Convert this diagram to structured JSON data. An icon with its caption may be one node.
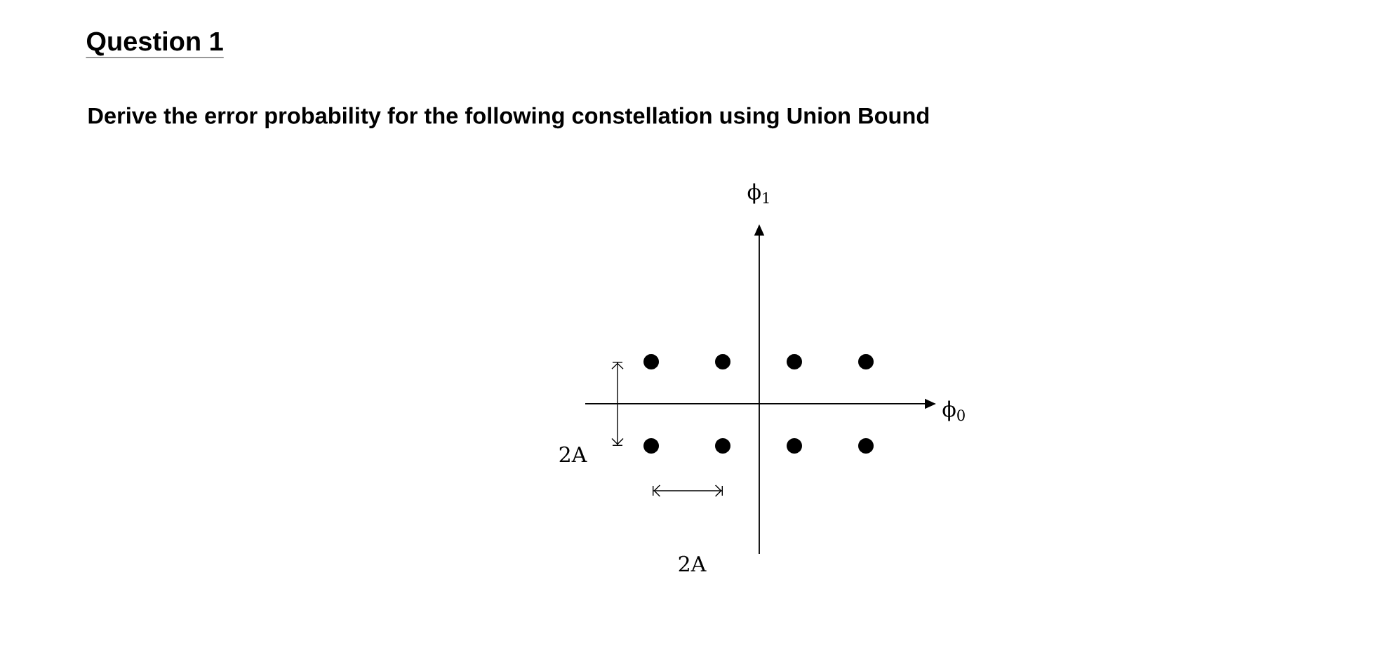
{
  "diagram": {
    "title": "Question 1",
    "nodes": [
      {
        "text": [],
        "shape": "circle"
      },
      {
        "text": [],
        "shape": "circle"
      },
      {
        "text": [],
        "shape": "circle"
      },
      {
        "text": [],
        "shape": "circle"
      },
      {
        "text": [],
        "shape": "circle"
      },
      {
        "text": [],
        "shape": "circle"
      },
      {
        "text": [],
        "shape": "circle"
      },
      {
        "text": [],
        "shape": "circle"
      }
    ],
    "labels": [
      "Derive the error probability for the following constellation using Union Bound",
      "ϕ$_{1}$",
      "ϕ$_{0}$",
      "2A",
      "2A"
    ]
  }
}
